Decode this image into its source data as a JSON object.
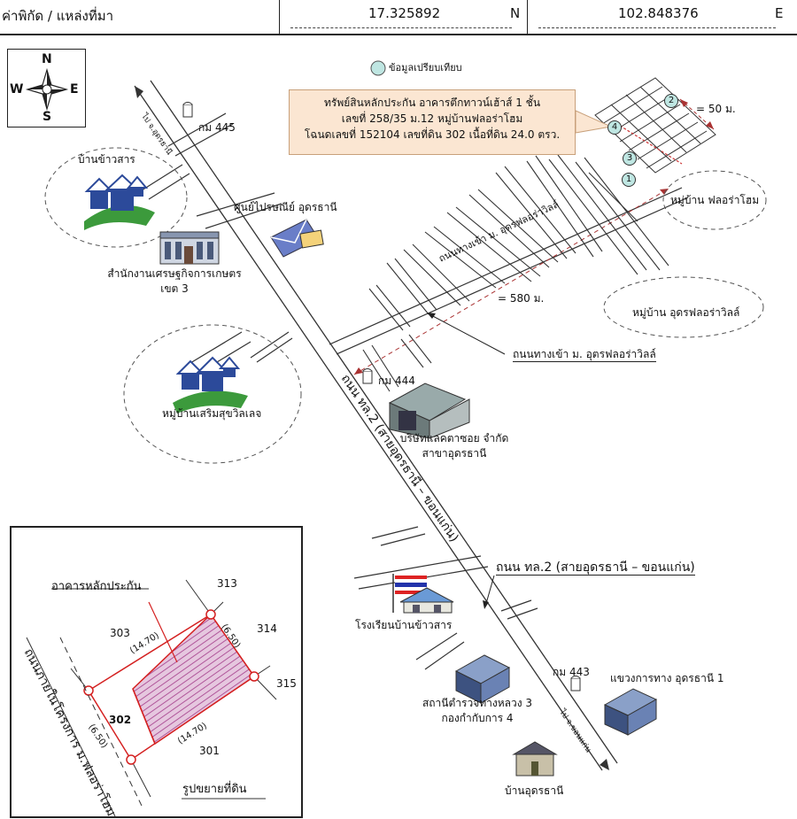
{
  "header": {
    "label": "ค่าพิกัด / แหล่งที่มา",
    "latitude": "17.325892",
    "lat_unit": "N",
    "longitude": "102.848376",
    "lon_unit": "E"
  },
  "compass": {
    "north": "N",
    "south": "S",
    "east": "E",
    "west": "W"
  },
  "legend": {
    "comparison": "ข้อมูลเปรียบเทียบ"
  },
  "callout": {
    "line1": "ทรัพย์สินหลักประกัน อาคารตึกทาวน์เฮ้าส์ 1 ชั้น",
    "line2": "เลขที่ 258/35 ม.12 หมู่บ้านฟลอร่าโฮม",
    "line3": "โฉนดเลขที่ 152104 เลขที่ดิน 302 เนื้อที่ดิน 24.0 ตรว."
  },
  "markers": [
    "1",
    "2",
    "3",
    "4"
  ],
  "distances": {
    "near": "= 50 ม.",
    "far": "= 580 ม."
  },
  "places": {
    "km445": "กม 445",
    "km444": "กม 444",
    "km443": "กม 443",
    "ban_khaosan": "บ้านข้าวสาร",
    "ban_udon": "บ้านอุดรธานี",
    "post_office": "ศูนย์ไปรษณีย์ อุดรธานี",
    "agri_office_1": "สำนักงานเศรษฐกิจการเกษตร",
    "agri_office_2": "เขต 3",
    "sermsuk": "หมู่บ้านเสริมสุขวิลเลจ",
    "flora_home": "หมู่บ้าน ฟลอร่าโฮม",
    "udon_flora": "หมู่บ้าน อุดรฟลอร่าวิลล์",
    "road_to_flora_label": "ถนนทางเข้า ม. อุตรฟลอร่าวิลล์",
    "road_to_flora_diag": "ถนนทางเข้า ม. อุดรฟลอร่าวิลล์",
    "company_1": "บริษัทแลคตาซอย จำกัด",
    "company_2": "สาขาอุดรธานี",
    "highway_label": "ถนน ทล.2 (สายอุดรธานี – ขอนแก่น)",
    "highway_diag": "ถนน ทล.2 (สายอุดรธานี – ขอนแก่น)",
    "school": "โรงเรียนบ้านข้าวสาร",
    "police_1": "สถานีตำรวจทางหลวง 3",
    "police_2": "กองกำกับการ 4",
    "highway_dept": "แขวงการทาง อุดรธานี 1",
    "to_udon": "ไป จ.อุดรธานี",
    "to_khonkaen": "ไป จ.ขอนแก่น"
  },
  "inset": {
    "title": "อาคารหลักประกัน",
    "caption": "รูปขยายที่ดิน",
    "road": "ถนนภายในโครงการ ม.ฟลอร่าโฮม",
    "plots": {
      "p313": "313",
      "p303": "303",
      "p314": "314",
      "p315": "315",
      "p302": "302",
      "p301": "301"
    },
    "dims": {
      "top": "(14.70)",
      "bottom": "(14.70)",
      "right": "(6.50)",
      "left": "(6.50)"
    }
  },
  "colors": {
    "callout_bg": "#fbe6d2",
    "plot_hatch": "#b0569a",
    "plot_border": "#d42020",
    "marker_fill": "#bfe6e2"
  }
}
